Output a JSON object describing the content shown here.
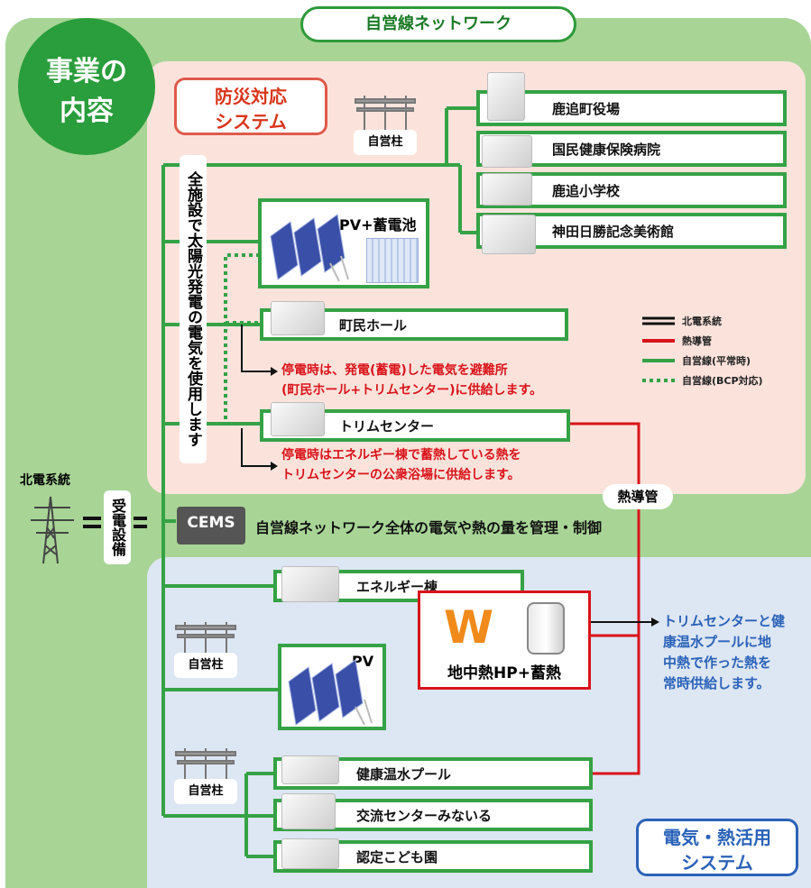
{
  "colors": {
    "green": "#35a245",
    "red": "#d9141a",
    "black": "#111111",
    "pink_zone": "#fbe3dc",
    "blue_zone": "#dde6f3",
    "green_bg": "#9fcf8a",
    "blue_text": "#2a62b8"
  },
  "header": {
    "title": "自営線ネットワーク"
  },
  "badge": {
    "line1": "事業の",
    "line2": "内容"
  },
  "disaster_system": {
    "line1": "防災対応",
    "line2": "システム"
  },
  "energy_system": {
    "line1": "電気・熱活用",
    "line2": "システム"
  },
  "utility_pole_label": "自営柱",
  "vertical_note": "全施設で太陽光発電の電気を使用します",
  "pv_battery_label": "PV+蓄電池",
  "pv_label": "PV",
  "facilities_top": [
    {
      "label": "鹿追町役場"
    },
    {
      "label": "国民健康保険病院"
    },
    {
      "label": "鹿追小学校"
    },
    {
      "label": "神田日勝記念美術館"
    }
  ],
  "town_hall": "町民ホール",
  "note_outage_1": {
    "line1": "停電時は、発電(蓄電)した電気を避難所",
    "line2": "(町民ホール+トリムセンター)に供給します。"
  },
  "trim_center": "トリムセンター",
  "note_outage_2": {
    "line1": "停電時はエネルギー棟で蓄熱している熱を",
    "line2": "トリムセンターの公衆浴場に供給します。"
  },
  "heat_pipe_label": "熱導管",
  "grid_label": "北電系統",
  "substation_label": "受電設備",
  "cems": {
    "badge": "CEMS",
    "text": "自営線ネットワーク全体の電気や熱の量を管理・制御"
  },
  "energy_building": "エネルギー棟",
  "geothermal": {
    "logo": "W",
    "label": "地中熱HP+蓄熱"
  },
  "blue_note": {
    "line1": "トリムセンターと健",
    "line2": "康温水プールに地",
    "line3": "中熱で作った熱を",
    "line4": "常時供給します。"
  },
  "facilities_bottom": [
    {
      "label": "健康温水プール"
    },
    {
      "label": "交流センターみないる"
    },
    {
      "label": "認定こども園"
    }
  ],
  "legend": [
    {
      "label": "北電系統",
      "style": "double-black"
    },
    {
      "label": "熱導管",
      "style": "red"
    },
    {
      "label": "自営線(平常時)",
      "style": "green"
    },
    {
      "label": "自営線(BCP対応)",
      "style": "green-dotted"
    }
  ]
}
